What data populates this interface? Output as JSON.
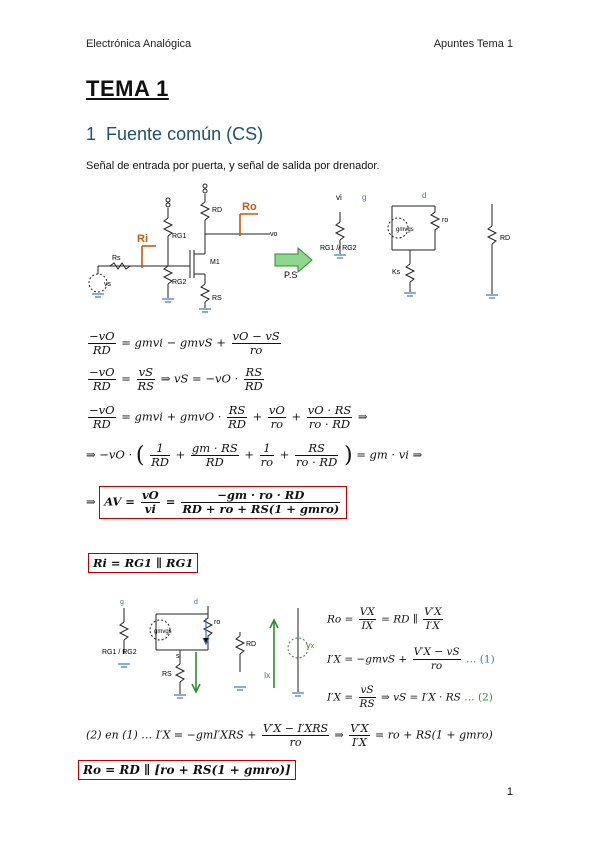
{
  "header": {
    "left": "Electrónica Analógica",
    "right": "Apuntes Tema 1"
  },
  "title": "TEMA 1",
  "section": {
    "number": "1",
    "title": "Fuente común (CS)"
  },
  "intro": "Señal de entrada por puerta, y señal de salida por drenador.",
  "circuit1": {
    "labels": {
      "rg1": "RG1",
      "rg2": "RG2",
      "rs": "RS",
      "rd": "RD",
      "rsig": "Rs",
      "vs": "vs",
      "m1": "M1",
      "vo": "vo",
      "ri": "Ri",
      "ro": "Ro",
      "ps": "P.S"
    }
  },
  "circuit2": {
    "labels": {
      "vi": "vi",
      "g": "g",
      "d": "d",
      "rg": "RG1 // RG2",
      "gmvgs": "gmvgs",
      "ro": "ro",
      "ks": "Ks",
      "rd": "RD"
    }
  },
  "equations": {
    "e1": {
      "lhs_num": "−vO",
      "lhs_den": "RD",
      "mid": "= gmvi − gmvS +",
      "f_num": "vO − vS",
      "f_den": "ro"
    },
    "e2": {
      "lhs_num": "−vO",
      "lhs_den": "RD",
      "eq": "=",
      "f_num": "vS",
      "f_den": "RS",
      "mid": "⇒ vS = −vO ·",
      "g_num": "RS",
      "g_den": "RD"
    },
    "e3": {
      "lhs_num": "−vO",
      "lhs_den": "RD",
      "mid": "= gmvi + gmvO ·",
      "a_num": "RS",
      "a_den": "RD",
      "plus1": "+",
      "b_num": "vO",
      "b_den": "ro",
      "plus2": "+",
      "c_num": "vO · RS",
      "c_den": "ro · RD",
      "tail": "⇒"
    },
    "e4": {
      "pre": "⇒ −vO ·",
      "t1_num": "1",
      "t1_den": "RD",
      "t2_num": "gm · RS",
      "t2_den": "RD",
      "t3_num": "1",
      "t3_den": "ro",
      "t4_num": "RS",
      "t4_den": "ro · RD",
      "plus": "+",
      "tail": "= gm · vi ⇒"
    },
    "e5": {
      "pre": "⇒",
      "av": "AV =",
      "f_num": "vO",
      "f_den": "vi",
      "eq": "=",
      "g_num": "−gm · ro · RD",
      "g_den": "RD + ro + RS(1 + gmro)"
    },
    "ri": "Ri = RG1 ∥ RG1"
  },
  "circuit3": {
    "labels": {
      "g": "g",
      "d": "d",
      "rg": "RG1 / RG2",
      "gmvgs": "gmvgs",
      "ro": "ro",
      "s": "s",
      "rs": "RS",
      "rd": "RD",
      "ix": "Ix",
      "vx": "Vx"
    }
  },
  "ro_equations": {
    "r1": {
      "pre": "Ro =",
      "f_num": "VX",
      "f_den": "IX",
      "mid": "= RD ∥",
      "g_num": "V′X",
      "g_den": "I′X"
    },
    "r2": {
      "pre": "I′X = −gmvS +",
      "f_num": "V′X − vS",
      "f_den": "ro",
      "tag": "… (1)"
    },
    "r3": {
      "pre": "I′X =",
      "f_num": "vS",
      "f_den": "RS",
      "mid": "⇒ vS = I′X · RS",
      "tag": "… (2)"
    },
    "combined": {
      "pre": "(2) en (1) … I′X = −gmI′XRS +",
      "f_num": "V′X − I′XRS",
      "f_den": "ro",
      "mid": "⇒",
      "g_num": "V′X",
      "g_den": "I′X",
      "tail": "= ro + RS(1 + gmro)"
    },
    "final": "Ro = RD ∥ [ro + RS(1 + gmro)]"
  },
  "page_number": "1",
  "colors": {
    "heading_blue": "#1f4e79",
    "box_red": "#c00000",
    "arrow_orange": "#c55a11",
    "ground_blue": "#3b6fd4",
    "green": "#2e8b2e",
    "tag_blue": "#2e75b6",
    "tag_green": "#2e8b2e"
  }
}
